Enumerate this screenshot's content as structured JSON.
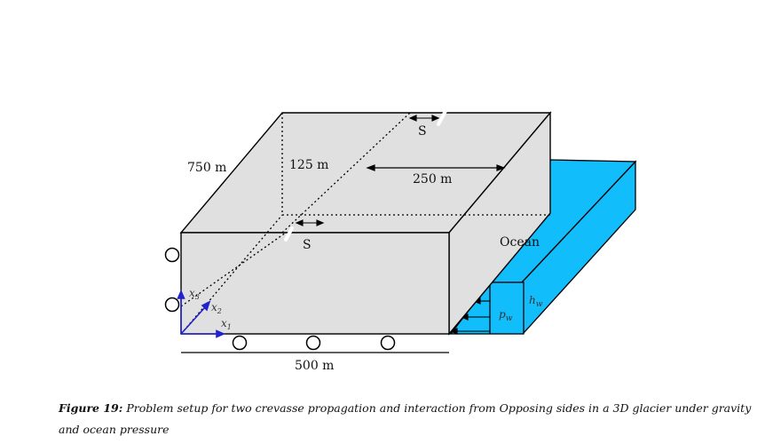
{
  "labels": {
    "length_750": "750 m",
    "depth_125": "125 m",
    "dist_250": "250 m",
    "width_500": "500 m",
    "crevasse_top": "S",
    "crevasse_front": "S",
    "ocean": "Ocean",
    "pressure": "p",
    "pressure_sub": "w",
    "water_height": "h",
    "water_height_sub": "w",
    "axis_x1": "x",
    "axis_x1_sub": "1",
    "axis_x2": "x",
    "axis_x2_sub": "2",
    "axis_x3": "x",
    "axis_x3_sub": "3"
  },
  "caption": {
    "prefix": "Figure 19:",
    "text": "Problem setup for two crevasse propagation and interaction from Opposing sides in a 3D glacier under gravity and ocean pressure"
  },
  "colors": {
    "ice": "#e0e0e0",
    "ocean": "#12bdfc",
    "axis": "#2222cc"
  }
}
